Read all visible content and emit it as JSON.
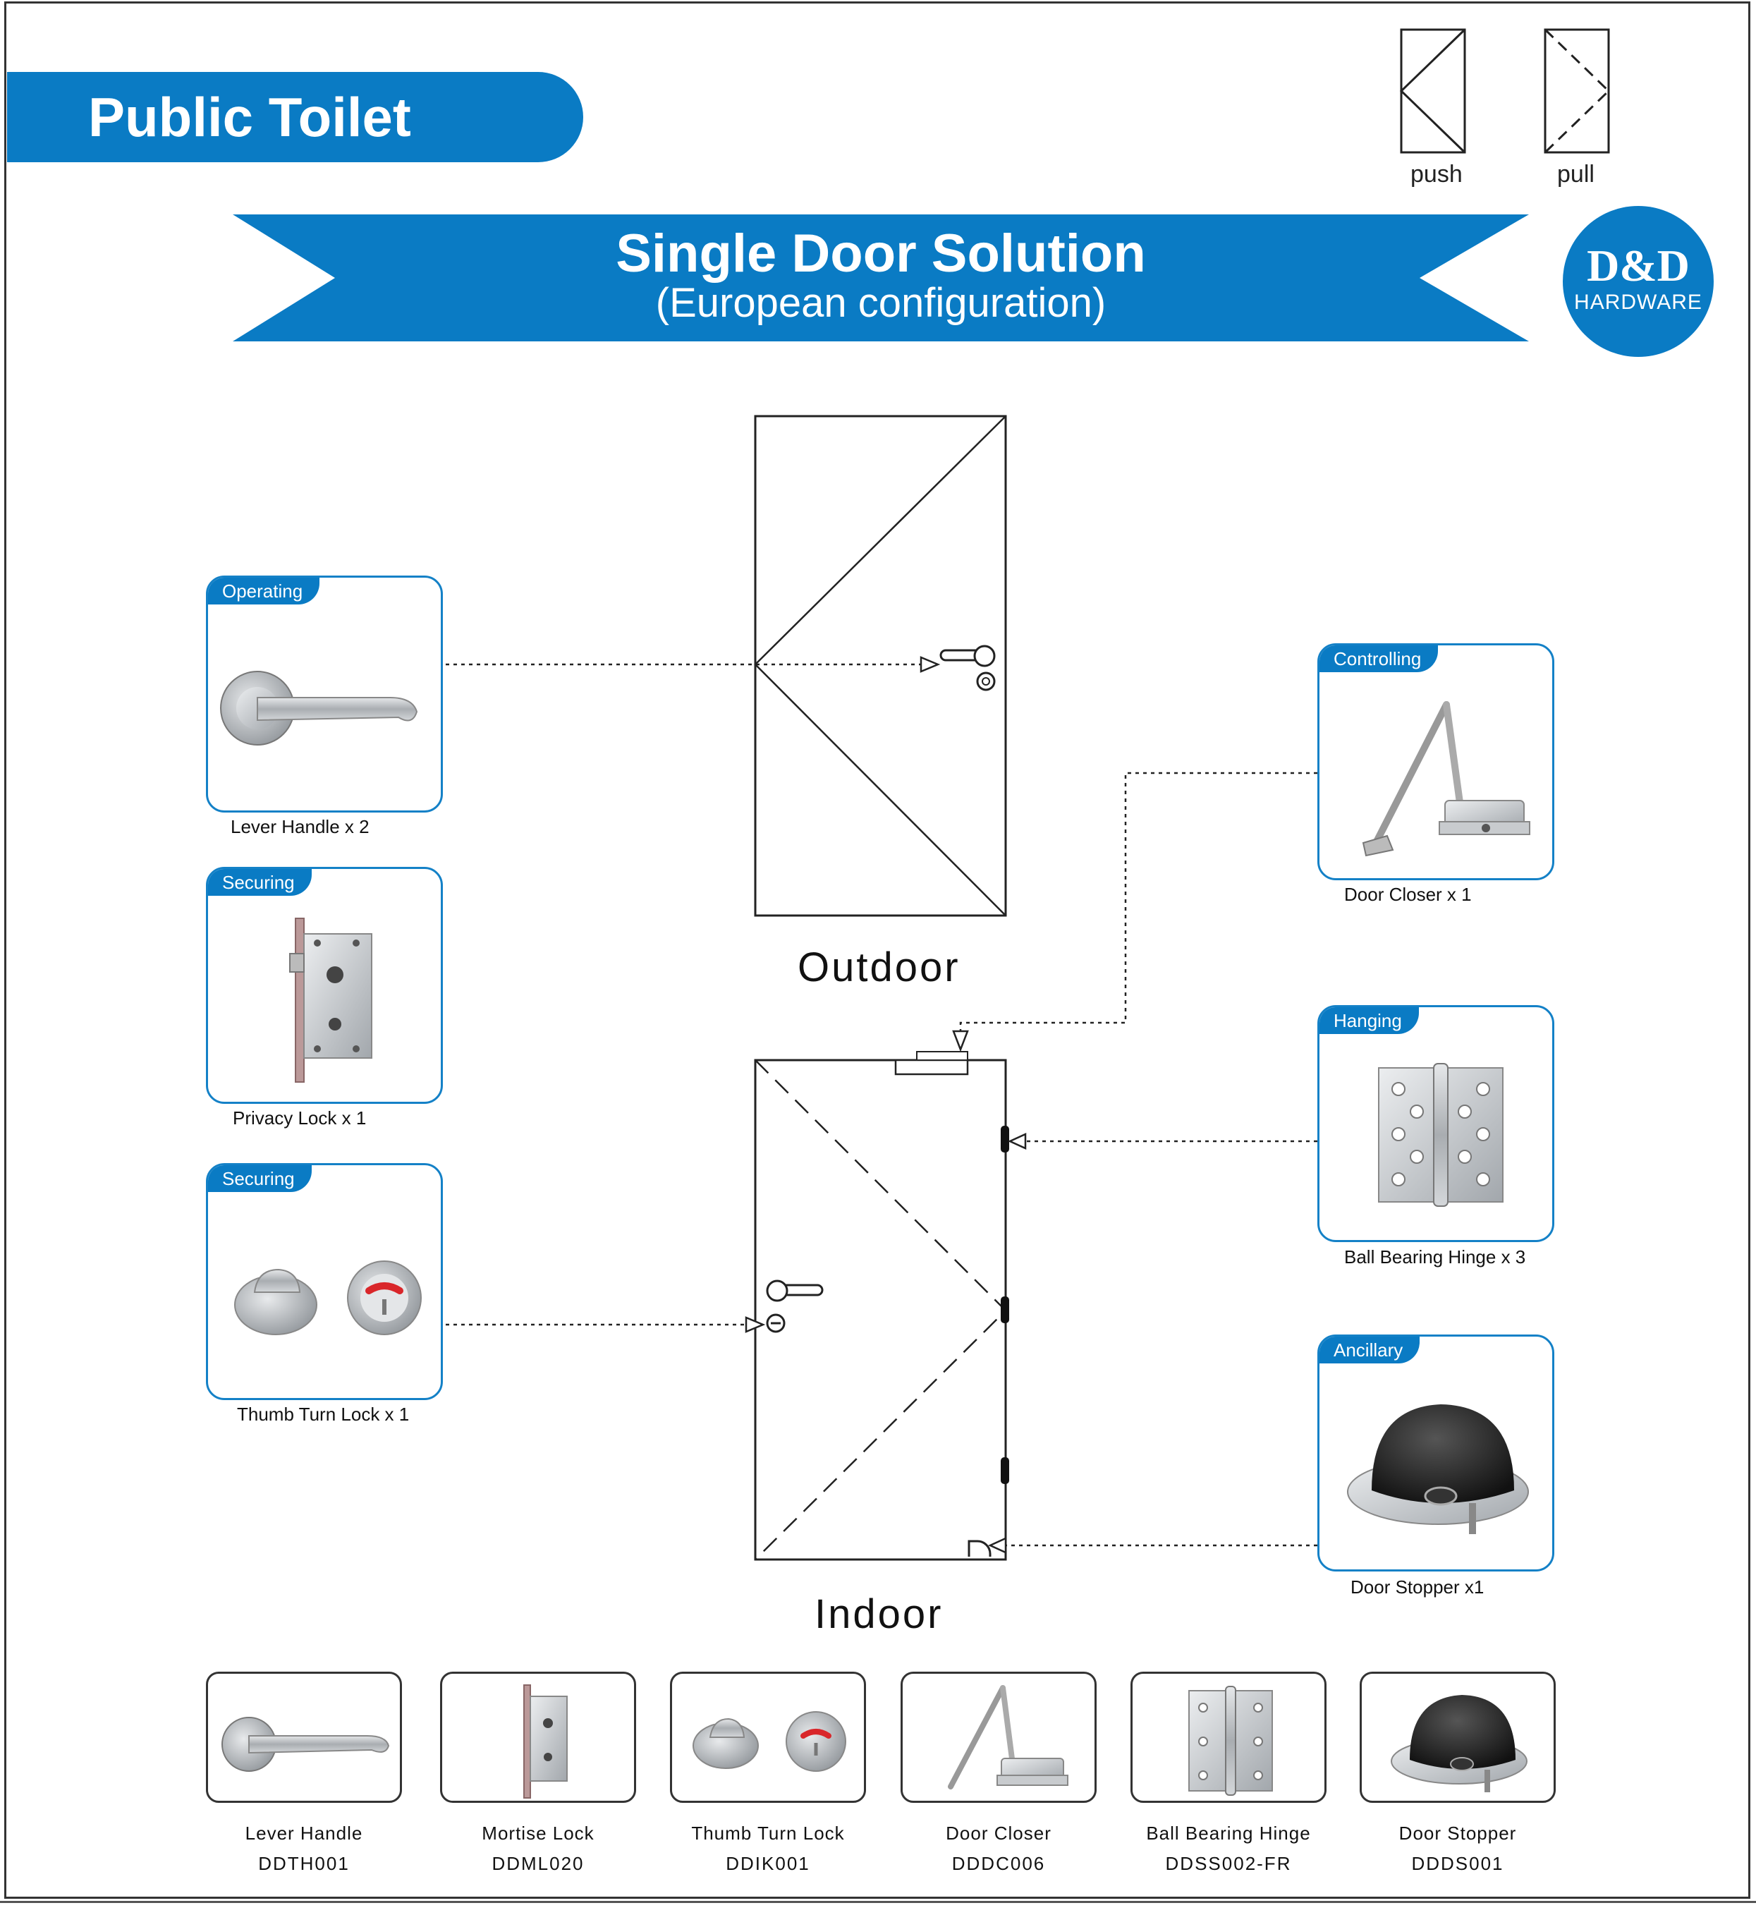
{
  "header": {
    "title": "Public Toilet"
  },
  "banner": {
    "title": "Single Door Solution",
    "subtitle": "(European configuration)"
  },
  "logo": {
    "main": "D&D",
    "sub": "HARDWARE"
  },
  "legend": {
    "push": "push",
    "pull": "pull"
  },
  "doors": {
    "outdoor": "Outdoor",
    "indoor": "Indoor"
  },
  "cards": [
    {
      "tag": "Operating",
      "caption": "Lever Handle x 2"
    },
    {
      "tag": "Securing",
      "caption": "Privacy Lock x 1"
    },
    {
      "tag": "Securing",
      "caption": "Thumb Turn Lock x 1"
    },
    {
      "tag": "Controlling",
      "caption": "Door Closer x 1"
    },
    {
      "tag": "Hanging",
      "caption": "Ball Bearing Hinge x 3"
    },
    {
      "tag": "Ancillary",
      "caption": "Door Stopper x1"
    }
  ],
  "products": [
    {
      "name": "Lever Handle",
      "code": "DDTH001"
    },
    {
      "name": "Mortise Lock",
      "code": "DDML020"
    },
    {
      "name": "Thumb Turn Lock",
      "code": "DDIK001"
    },
    {
      "name": "Door Closer",
      "code": "DDDC006"
    },
    {
      "name": "Ball Bearing Hinge",
      "code": "DDSS002-FR"
    },
    {
      "name": "Door Stopper",
      "code": "DDDS001"
    }
  ],
  "colors": {
    "accent": "#0a7bc4",
    "card_border": "#1481c7",
    "indicator_red": "#d9262a"
  }
}
